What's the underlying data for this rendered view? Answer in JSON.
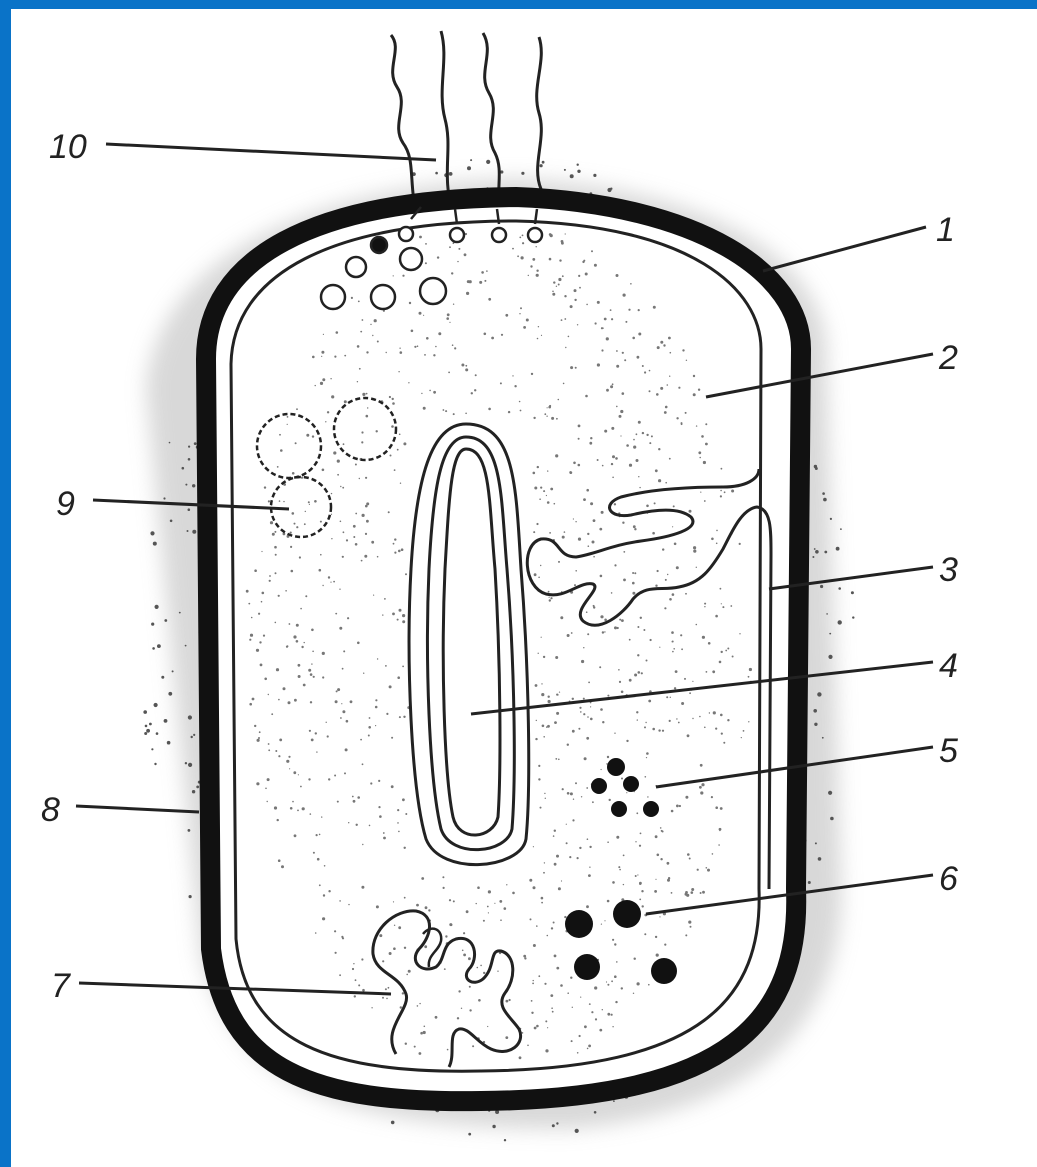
{
  "frame": {
    "color": "#0a73c8"
  },
  "diagram": {
    "subject": "bacterial-cell",
    "labels": [
      "1",
      "2",
      "3",
      "4",
      "5",
      "6",
      "7",
      "8",
      "9",
      "10"
    ]
  }
}
